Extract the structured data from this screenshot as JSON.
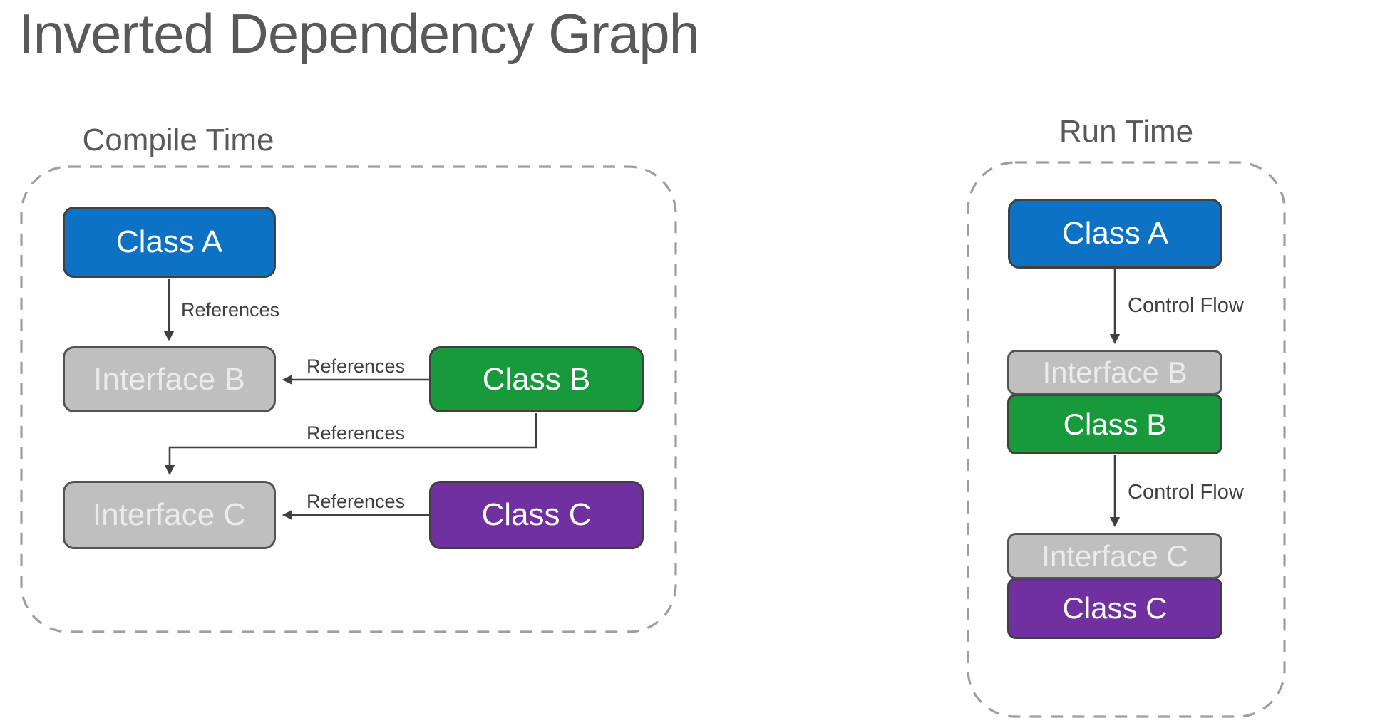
{
  "title": "Inverted Dependency Graph",
  "compile_time": {
    "label": "Compile Time",
    "nodes": {
      "class_a": "Class A",
      "interface_b": "Interface B",
      "class_b": "Class B",
      "interface_c": "Interface C",
      "class_c": "Class C"
    },
    "edges": [
      {
        "from": "class_a",
        "to": "interface_b",
        "label": "References"
      },
      {
        "from": "class_b",
        "to": "interface_b",
        "label": "References"
      },
      {
        "from": "class_b",
        "to": "interface_c",
        "label": "References"
      },
      {
        "from": "class_c",
        "to": "interface_c",
        "label": "References"
      }
    ]
  },
  "run_time": {
    "label": "Run Time",
    "nodes": {
      "class_a": "Class A",
      "interface_b": "Interface B",
      "class_b": "Class B",
      "interface_c": "Interface C",
      "class_c": "Class C"
    },
    "edges": [
      {
        "from": "class_a",
        "to": "interface_b",
        "label": "Control Flow"
      },
      {
        "from": "class_b",
        "to": "interface_c",
        "label": "Control Flow"
      }
    ]
  },
  "colors": {
    "class_blue": "#0e72c4",
    "class_green": "#189a3c",
    "class_purple": "#7030a0",
    "interface_gray": "#bfbfbf",
    "line_dark": "#404040",
    "edge_label_gray": "#404040",
    "dashed_border_gray": "#9e9e9e",
    "heading_gray": "#595959"
  }
}
